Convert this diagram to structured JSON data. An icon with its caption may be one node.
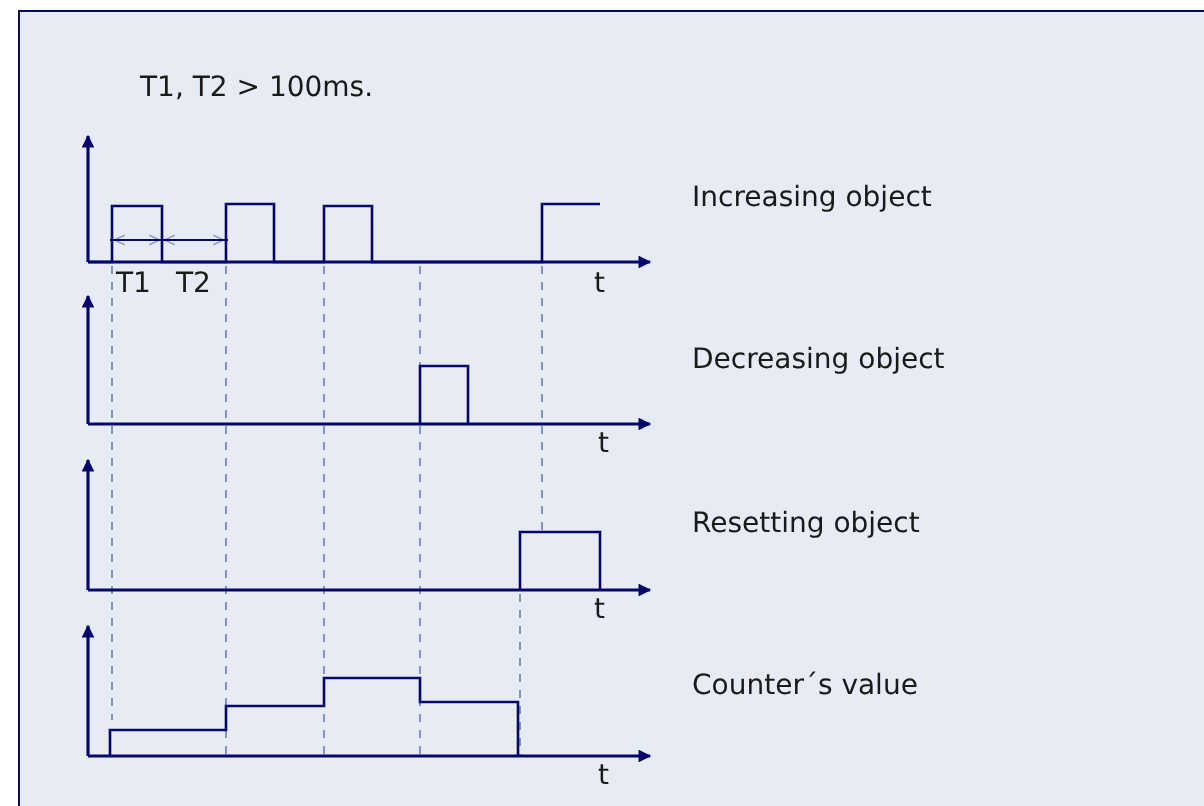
{
  "diagram": {
    "labels": [
      "T1, T2 > 100ms.",
      "Increasing object",
      "T1",
      "T2",
      "t",
      "Decreasing object",
      "t",
      "Resetting object",
      "t",
      "Counter´s value",
      "t"
    ]
  }
}
